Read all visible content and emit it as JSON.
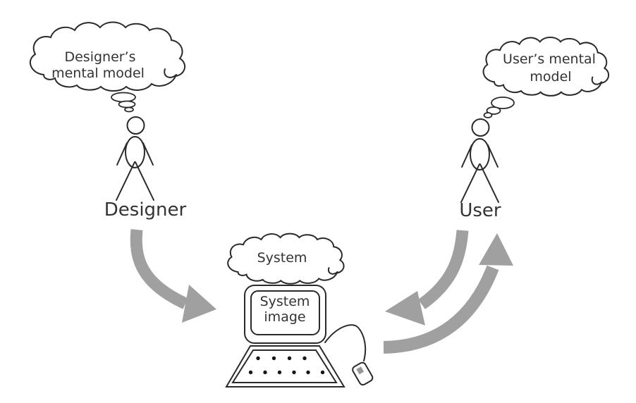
{
  "diagram": {
    "background_color": "#ffffff",
    "outline_color": "#2a2a2a",
    "arrow_color": "#a0a0a0",
    "text_color": "#333333",
    "designer_cloud": {
      "line1": "Designer’s",
      "line2": "mental model"
    },
    "user_cloud": {
      "line1": "User’s mental",
      "line2": "model"
    },
    "system_cloud": {
      "label": "System"
    },
    "system_image": {
      "line1": "System",
      "line2": "image"
    },
    "designer_label": "Designer",
    "user_label": "User",
    "icons": {
      "designer_figure": "stick-person-icon",
      "user_figure": "stick-person-icon",
      "monitor": "computer-monitor-icon",
      "keyboard": "keyboard-icon",
      "mouse": "mouse-icon",
      "arrow_designer_to_system": "curved-arrow-icon",
      "arrow_user_to_system": "curved-arrow-icon",
      "arrow_system_to_user": "curved-arrow-icon"
    }
  }
}
